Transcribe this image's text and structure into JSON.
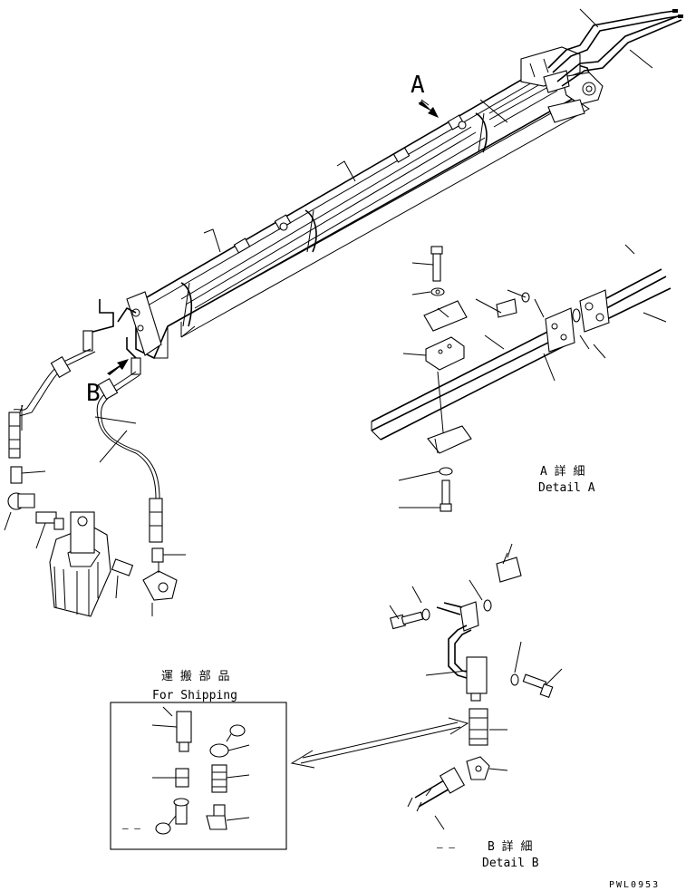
{
  "view_labels": {
    "a": "A",
    "b": "B"
  },
  "detail_a": {
    "jp": "A 詳 細",
    "en": "Detail A"
  },
  "detail_b": {
    "jp": "B 詳 細",
    "en": "Detail B",
    "dash": "— —"
  },
  "shipping": {
    "jp": "運 搬 部 品",
    "en": "For Shipping",
    "dash": "— —"
  },
  "drawing_code": "PWL0953",
  "colors": {
    "ink": "#000000",
    "paper": "#ffffff"
  }
}
